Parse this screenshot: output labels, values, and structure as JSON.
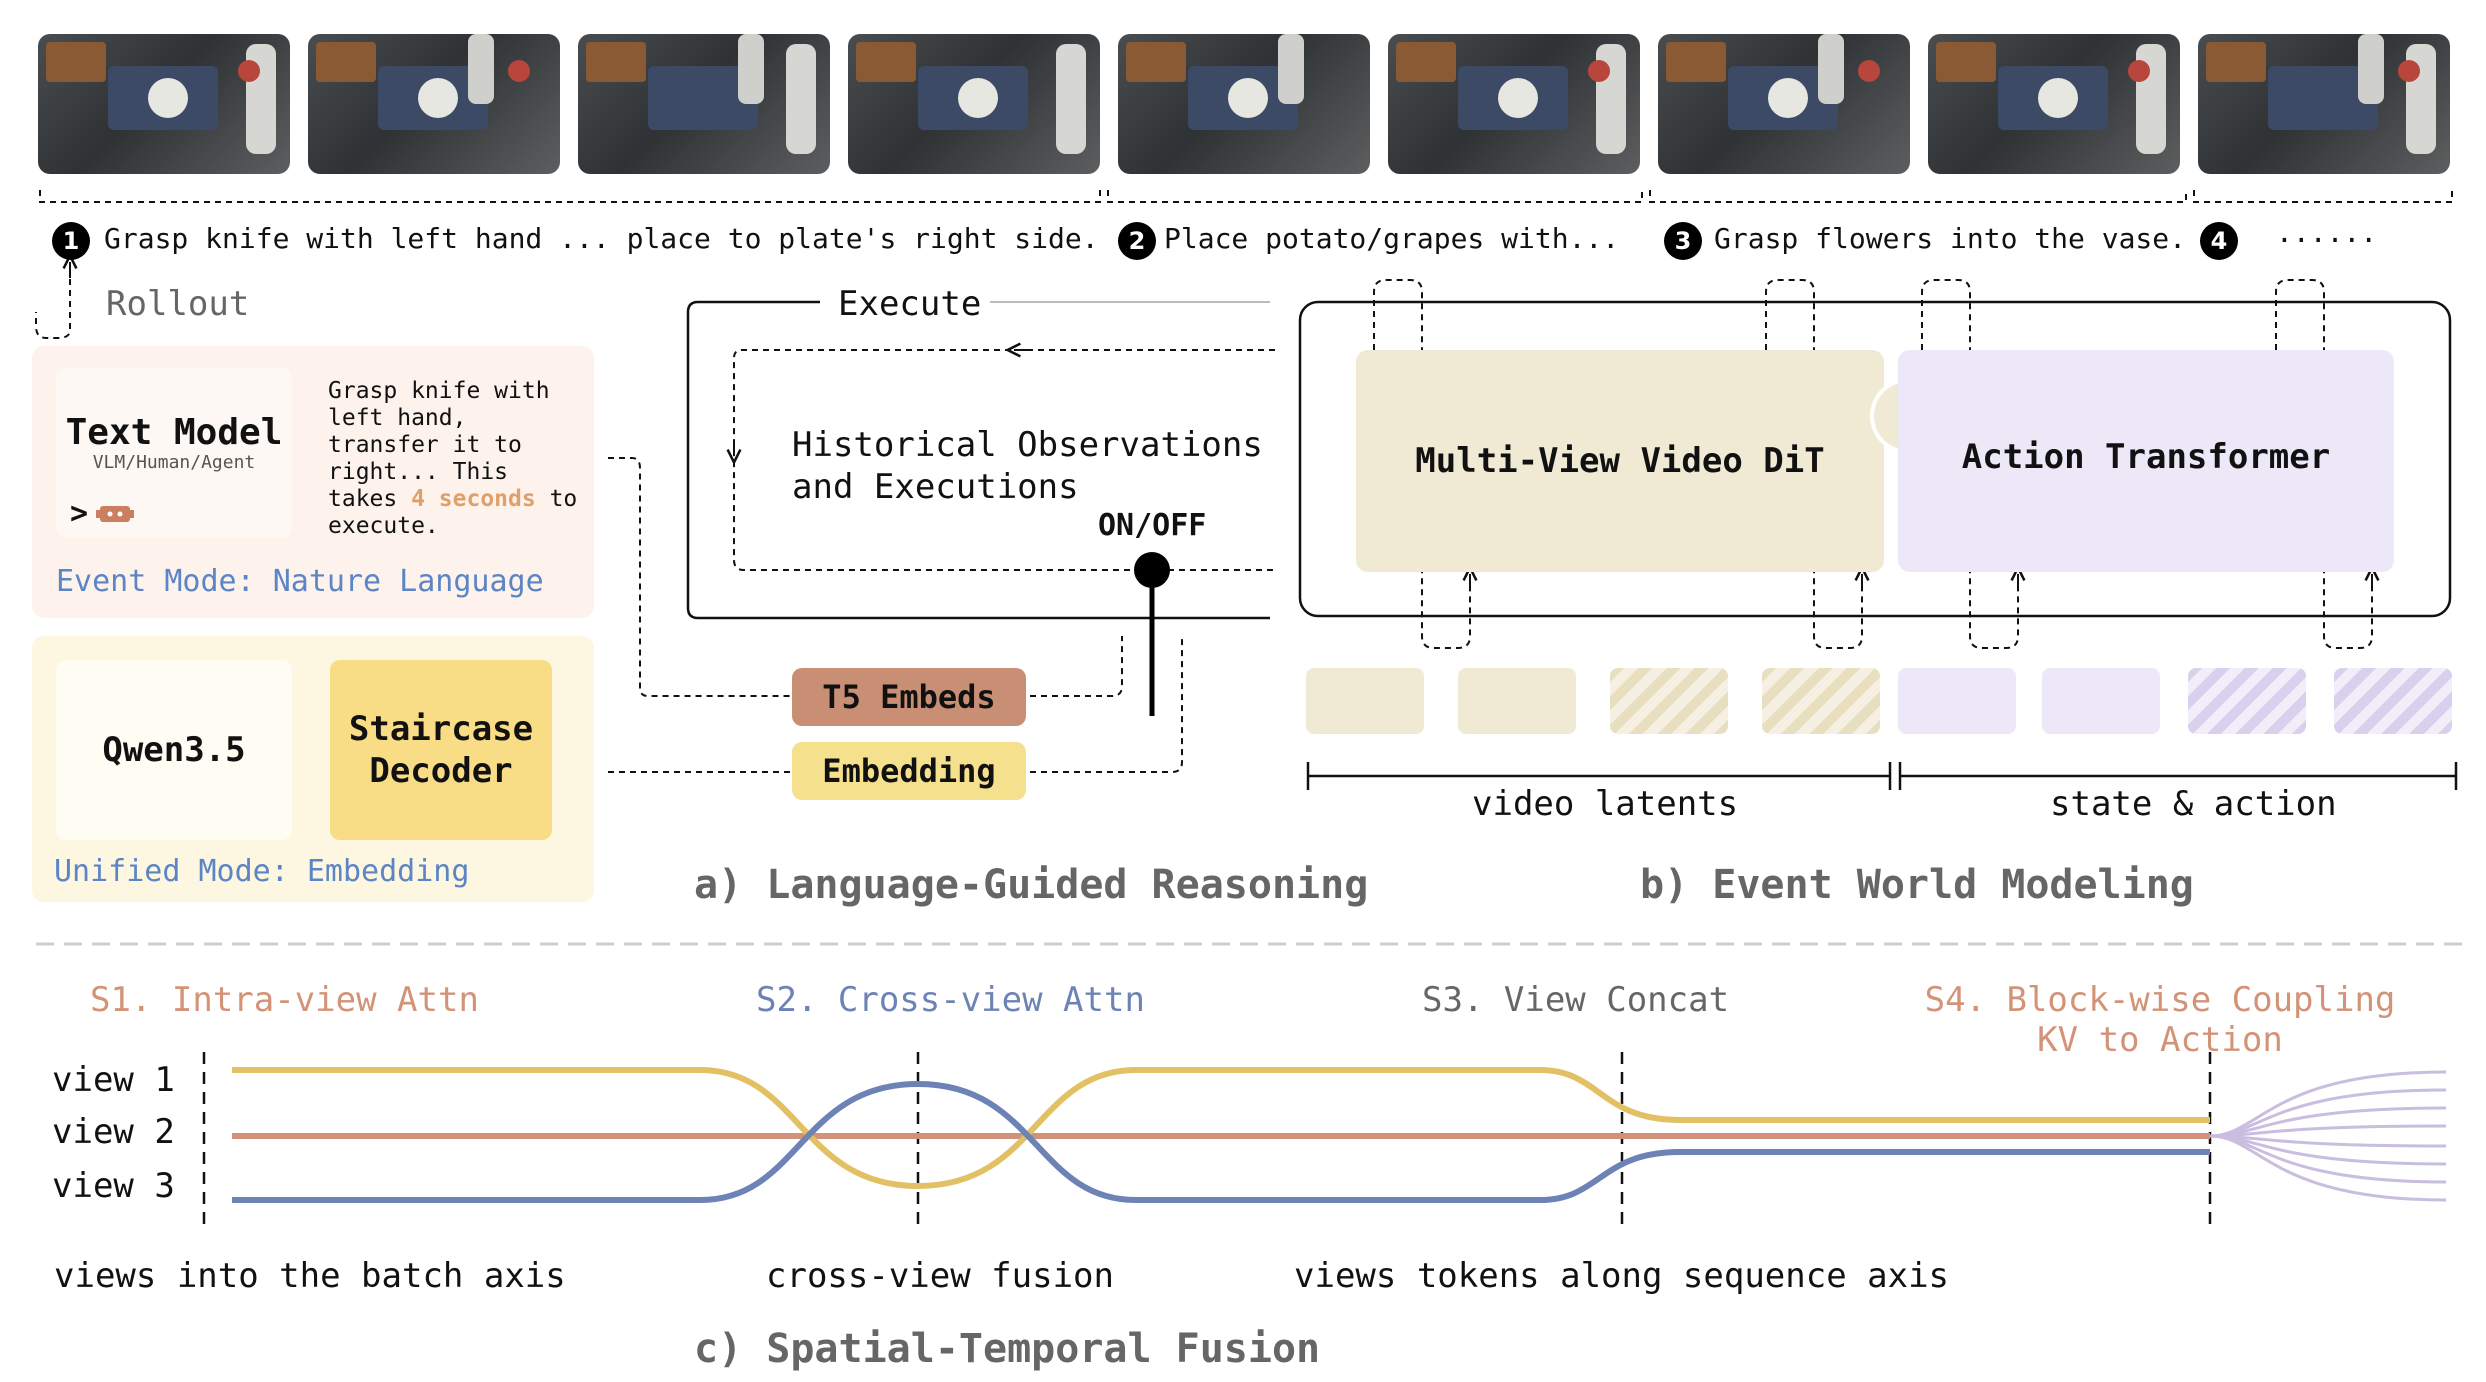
{
  "steps": [
    {
      "num": "1",
      "text": "Grasp knife with left hand ... place to plate's right side."
    },
    {
      "num": "2",
      "text": "Place potato/grapes with..."
    },
    {
      "num": "3",
      "text": "Grasp flowers into the vase."
    },
    {
      "num": "4",
      "text": "......"
    }
  ],
  "rollout_label": "Rollout",
  "text_model": {
    "title": "Text Model",
    "subtitle": "VLM/Human/Agent",
    "prompt_before": "Grasp knife with left hand, transfer it to right... This takes ",
    "prompt_highlight": "4 seconds",
    "prompt_after": " to execute.",
    "mode_label": "Event Mode: Nature Language"
  },
  "unified": {
    "qwen": "Qwen3.5",
    "decoder": "Staircase Decoder",
    "mode_label": "Unified Mode: Embedding"
  },
  "execute_label": "Execute",
  "history_label": "Historical Observations and Executions",
  "switch_label": "ON/OFF",
  "t5_label": "T5 Embeds",
  "embedding_label": "Embedding",
  "video_dit_label": "Multi-View Video DiT",
  "action_transformer_label": "Action Transformer",
  "video_latents_label": "video latents",
  "state_action_label": "state & action",
  "caption_a": "a) Language-Guided Reasoning",
  "caption_b": "b) Event World Modeling",
  "caption_c": "c) Spatial-Temporal Fusion",
  "stages": {
    "s1": "S1. Intra-view Attn",
    "s2": "S2. Cross-view Attn",
    "s3": "S3. View Concat",
    "s4_line1": "S4. Block-wise Coupling",
    "s4_line2": "KV to Action"
  },
  "views": [
    "view 1",
    "view 2",
    "view 3"
  ],
  "fusion_labels": {
    "batch": "views into the batch axis",
    "cross": "cross-view fusion",
    "sequence": "views tokens along sequence axis"
  },
  "colors": {
    "yellow": "#e2c064",
    "orange": "#d1917a",
    "blue": "#6d83b5",
    "purple": "#c9bde0",
    "tan": "#f0e9d4",
    "lavender": "#ece8f7",
    "t5": "#c98f74",
    "embedding": "#f5e08e",
    "blue_text": "#5b85c4",
    "stage_orange": "#d39377",
    "highlight": "#e0a06a"
  }
}
